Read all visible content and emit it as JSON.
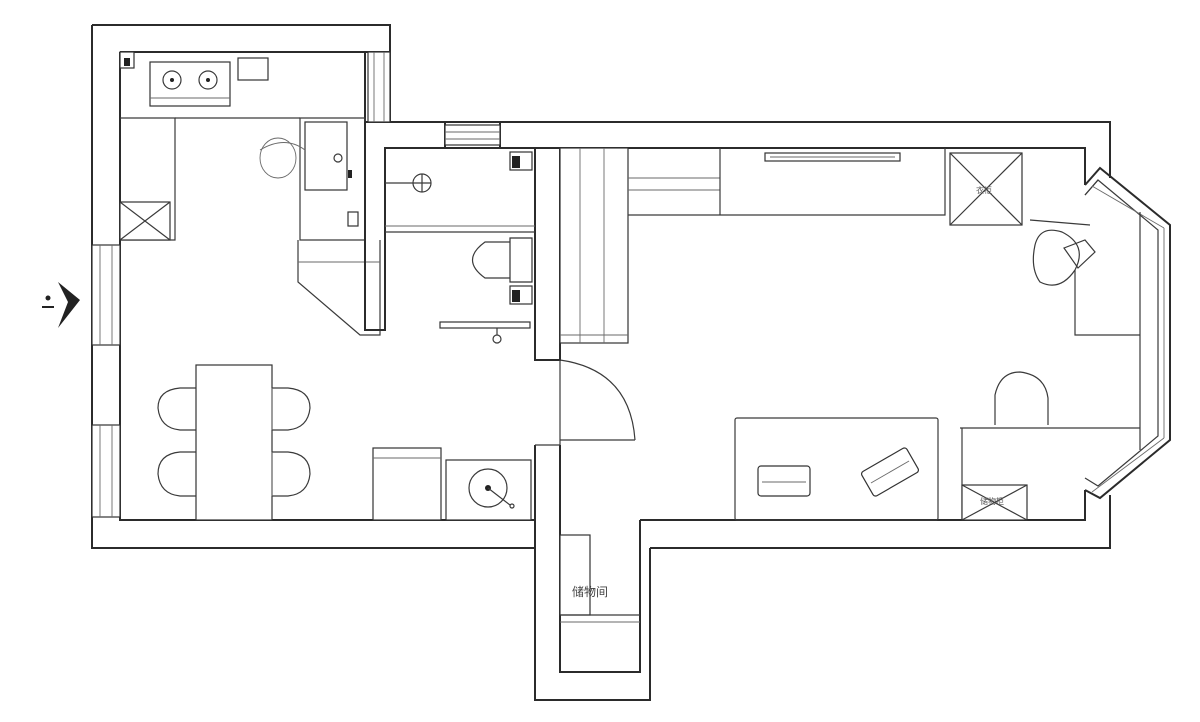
{
  "labels": {
    "storage_room": "储物间",
    "closet_a": "衣柜",
    "closet_b": "储物柜"
  },
  "entrance_arrow": "entrance",
  "colors": {
    "line": "#2b2b2b",
    "background": "#ffffff"
  }
}
